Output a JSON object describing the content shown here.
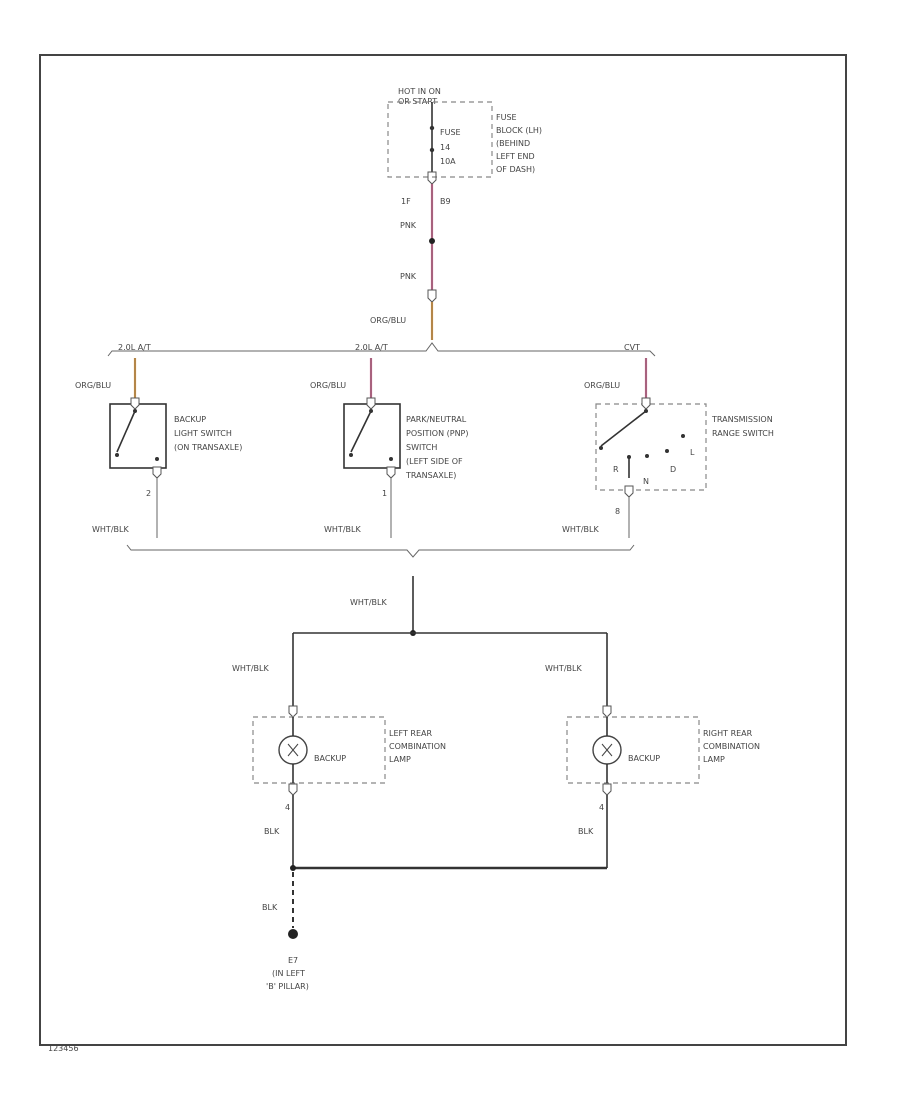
{
  "source": {
    "hot_label": "HOT IN ON",
    "hot_sub": "OR START",
    "fuse_lines": [
      "FUSE",
      "14",
      "10A"
    ],
    "fuse_block": [
      "FUSE",
      "BLOCK (LH)",
      "(BEHIND",
      "LEFT END",
      "OF DASH)"
    ],
    "pin_left": "1F",
    "pin_right": "B9",
    "wire_pnk_1": "PNK",
    "wire_pnk_2": "PNK",
    "wire_orgblu": "ORG/BLU"
  },
  "bus": {
    "branch_left": "2.0L A/T",
    "branch_mid": "2.0L A/T",
    "branch_right": "CVT"
  },
  "switches": {
    "left": {
      "wire_in": "ORG/BLU",
      "label": [
        "BACKUP",
        "LIGHT SWITCH",
        "(ON TRANSAXLE)"
      ],
      "pin": "2",
      "wire_out": "WHT/BLK"
    },
    "mid": {
      "wire_in": "ORG/BLU",
      "label": [
        "PARK/NEUTRAL",
        "POSITION (PNP)",
        "SWITCH",
        "(LEFT SIDE OF",
        "TRANSAXLE)"
      ],
      "pin": "1",
      "wire_out": "WHT/BLK"
    },
    "right": {
      "wire_in": "ORG/BLU",
      "label": [
        "TRANSMISSION",
        "RANGE SWITCH"
      ],
      "gear_r": "R",
      "gear_n": "N",
      "gear_d": "D",
      "gear_l": "L",
      "pin": "8",
      "wire_out": "WHT/BLK"
    }
  },
  "merge_wire": "WHT/BLK",
  "lamps": {
    "left": {
      "wire_in": "WHT/BLK",
      "bulb": "BACKUP",
      "label": [
        "LEFT REAR",
        "COMBINATION",
        "LAMP"
      ],
      "pin": "4",
      "wire_out": "BLK"
    },
    "right": {
      "wire_in": "WHT/BLK",
      "bulb": "BACKUP",
      "label": [
        "RIGHT REAR",
        "COMBINATION",
        "LAMP"
      ],
      "pin": "4",
      "wire_out": "BLK"
    }
  },
  "ground": {
    "wire": "BLK",
    "id": "E7",
    "location": [
      "(IN LEFT",
      "'B' PILLAR)"
    ]
  },
  "diagram_id": "123456",
  "colors": {
    "pink": "#e06a9a",
    "orange": "#f2a640"
  }
}
